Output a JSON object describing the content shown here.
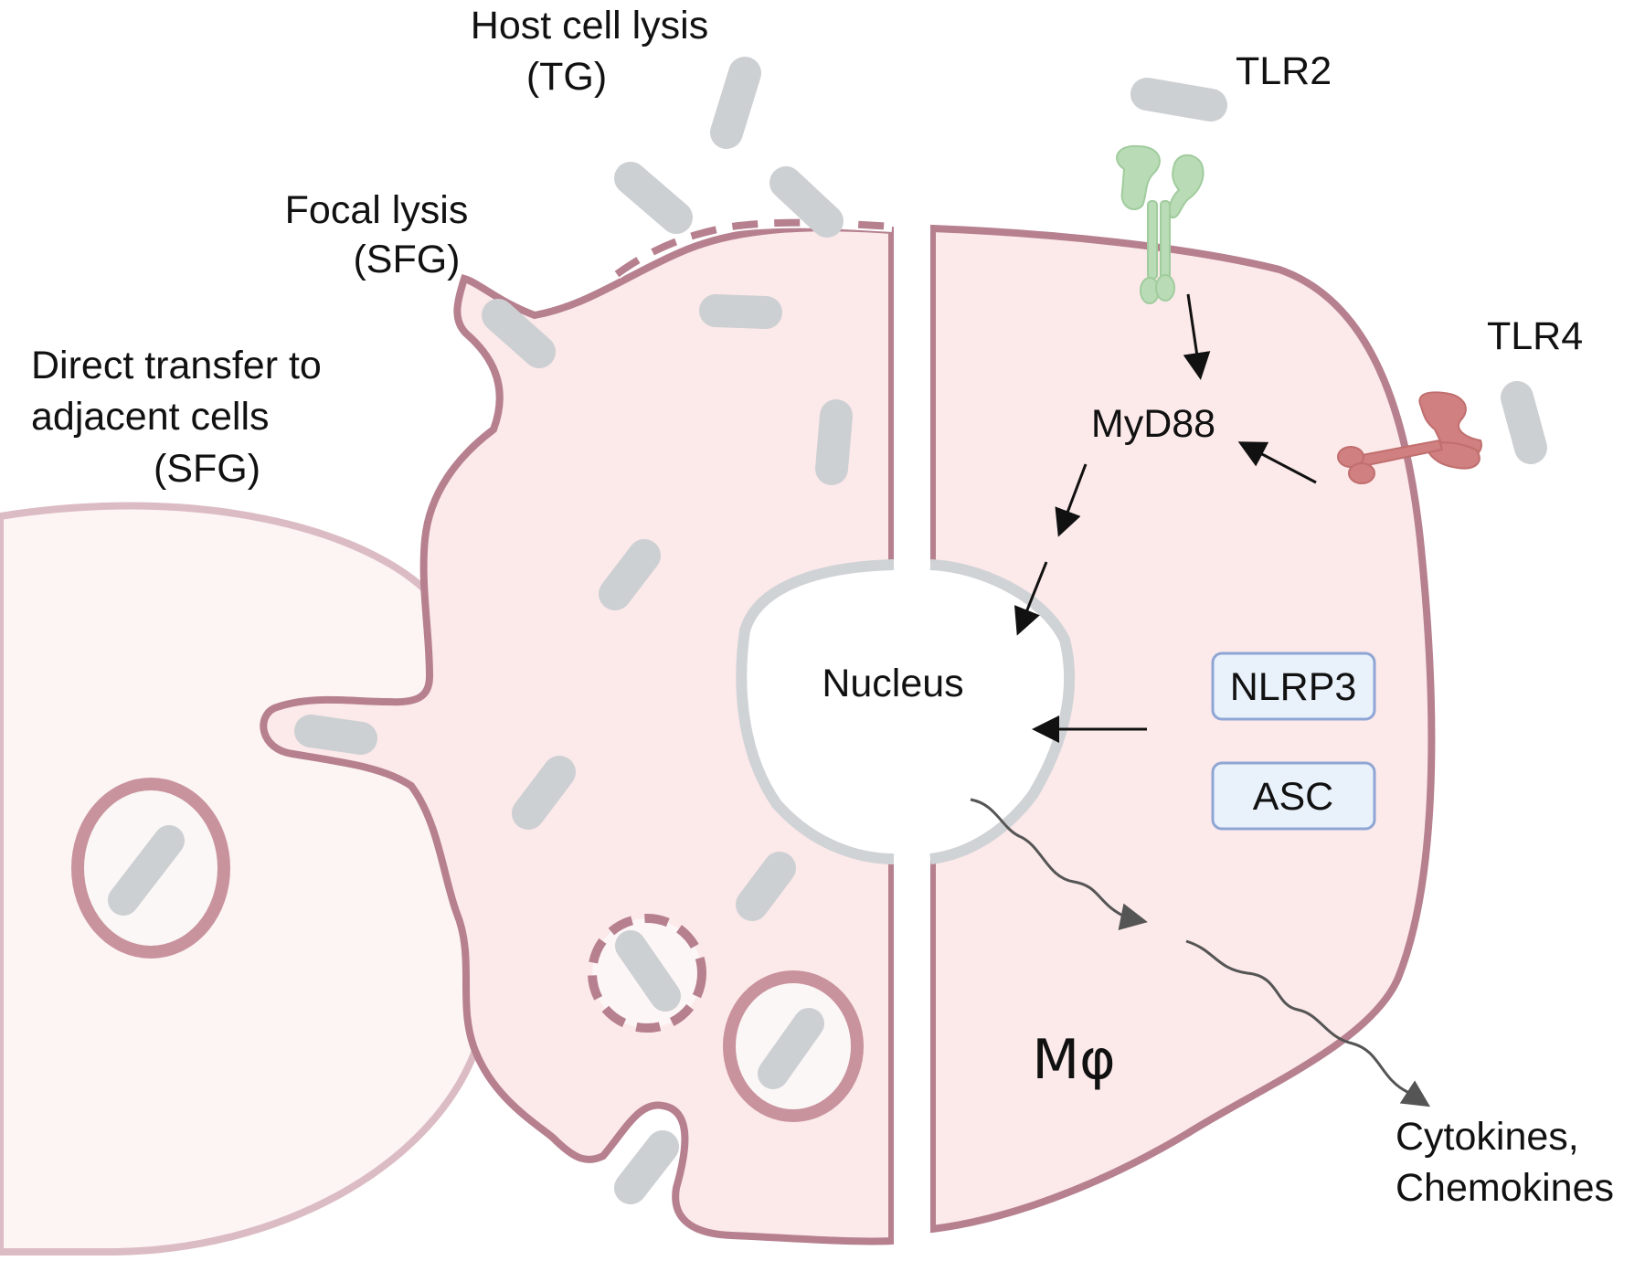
{
  "labels": {
    "host_lysis_line1": "Host cell lysis",
    "host_lysis_line2": "(TG)",
    "focal_lysis_line1": "Focal lysis",
    "focal_lysis_line2": "(SFG)",
    "direct_transfer_line1": "Direct transfer to",
    "direct_transfer_line2": "adjacent  cells",
    "direct_transfer_line3": "(SFG)",
    "tlr2": "TLR2",
    "tlr4": "TLR4",
    "myd88": "MyD88",
    "nucleus": "Nucleus",
    "nlrp3": "NLRP3",
    "asc": "ASC",
    "macrophage": "Mφ",
    "cytokines_line1": "Cytokines,",
    "cytokines_line2": "Chemokines"
  },
  "colors": {
    "cell_fill": "#fce9ea",
    "left_cell_fill": "#fdf4f4",
    "left_cell_outline": "#dcbcc4",
    "membrane": "#b6808f",
    "bacteria": "#cdd0d3",
    "nucleus_outline": "#d0d3d6",
    "vacuole_fill": "#fbf7f7",
    "tlr2": "#b9dcb7",
    "tlr4": "#d08080",
    "box_fill": "#e9f1fb",
    "box_border": "#8fa6d4",
    "arrow": "#111111",
    "squiggle": "#555555"
  }
}
